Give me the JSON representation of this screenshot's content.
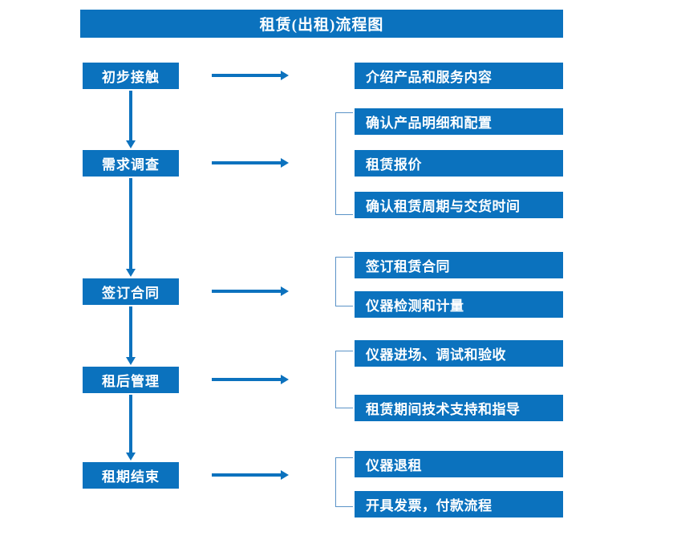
{
  "title": "租赁(出租)流程图",
  "colors": {
    "box_blue": "#0B72BE",
    "arrow_blue": "#0C72BE",
    "bracket_blue": "#5B93C7",
    "text_white": "#FFFFFF",
    "background": "#FFFFFF"
  },
  "stages": [
    {
      "id": "initial-contact",
      "label": "初步接触",
      "details": [
        "介绍产品和服务内容"
      ]
    },
    {
      "id": "requirement-survey",
      "label": "需求调查",
      "details": [
        "确认产品明细和配置",
        "租赁报价",
        "确认租赁周期与交货时间"
      ]
    },
    {
      "id": "sign-contract",
      "label": "签订合同",
      "details": [
        "签订租赁合同",
        "仪器检测和计量"
      ]
    },
    {
      "id": "post-rental-management",
      "label": "租后管理",
      "details": [
        "仪器进场、调试和验收",
        "租赁期间技术支持和指导"
      ]
    },
    {
      "id": "lease-end",
      "label": "租期结束",
      "details": [
        "仪器退租",
        "开具发票，付款流程"
      ]
    }
  ],
  "detail_boxes": [
    {
      "text": "介绍产品和服务内容",
      "stage": "initial-contact"
    },
    {
      "text": "确认产品明细和配置",
      "stage": "requirement-survey"
    },
    {
      "text": "租赁报价",
      "stage": "requirement-survey"
    },
    {
      "text": "确认租赁周期与交货时间",
      "stage": "requirement-survey"
    },
    {
      "text": "签订租赁合同",
      "stage": "sign-contract"
    },
    {
      "text": "仪器检测和计量",
      "stage": "sign-contract"
    },
    {
      "text": "仪器进场、调试和验收",
      "stage": "post-rental-management"
    },
    {
      "text": "租赁期间技术支持和指导",
      "stage": "post-rental-management"
    },
    {
      "text": "仪器退租",
      "stage": "lease-end"
    },
    {
      "text": "开具发票，付款流程",
      "stage": "lease-end"
    }
  ]
}
